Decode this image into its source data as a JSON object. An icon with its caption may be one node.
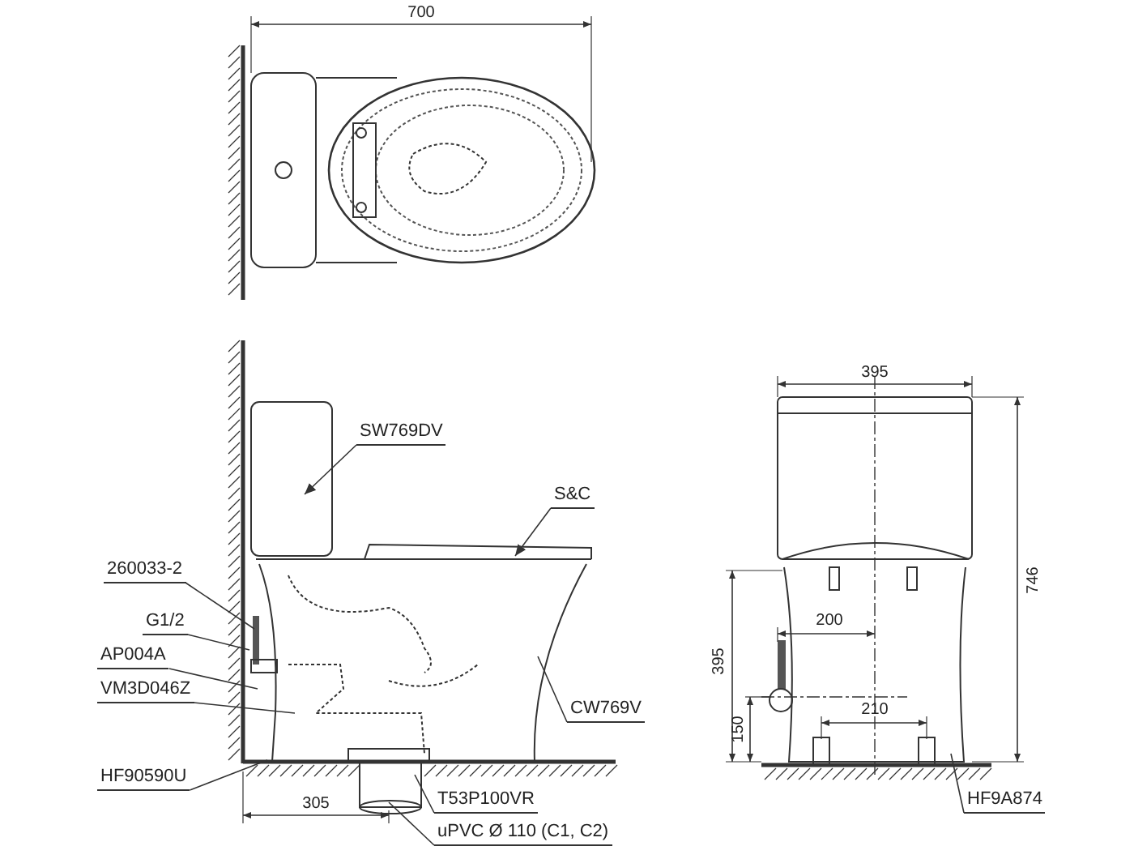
{
  "diagram": {
    "nodes": [
      {
        "text": [
          "SW769DV"
        ]
      },
      {
        "text": [
          "S&C"
        ]
      },
      {
        "text": [
          "260033-2"
        ]
      },
      {
        "text": [
          "G1/2"
        ]
      },
      {
        "text": [
          "AP004A"
        ]
      },
      {
        "text": [
          "VM3D046Z"
        ]
      },
      {
        "text": [
          "CW769V"
        ]
      },
      {
        "text": [
          "HF90590U"
        ]
      },
      {
        "text": [
          "T53P100VR"
        ]
      },
      {
        "text": [
          "uPVC Ø 110 (C1, C2)"
        ]
      },
      {
        "text": [
          "HF9A874"
        ]
      }
    ],
    "edges": [
      {
        "from": 0,
        "to": null,
        "arrow": "to"
      },
      {
        "from": 1,
        "to": null,
        "arrow": "to"
      },
      {
        "from": 2,
        "to": null,
        "arrow": "none"
      },
      {
        "from": 3,
        "to": null,
        "arrow": "none"
      },
      {
        "from": 4,
        "to": null,
        "arrow": "none"
      },
      {
        "from": 5,
        "to": null,
        "arrow": "none"
      },
      {
        "from": 6,
        "to": null,
        "arrow": "none"
      },
      {
        "from": 7,
        "to": null,
        "arrow": "none"
      },
      {
        "from": 8,
        "to": null,
        "arrow": "none"
      },
      {
        "from": 9,
        "to": null,
        "arrow": "none"
      },
      {
        "from": 10,
        "to": null,
        "arrow": "none"
      }
    ],
    "labels": [
      "700",
      "395",
      "746",
      "200",
      "395",
      "150",
      "210",
      "305"
    ]
  }
}
